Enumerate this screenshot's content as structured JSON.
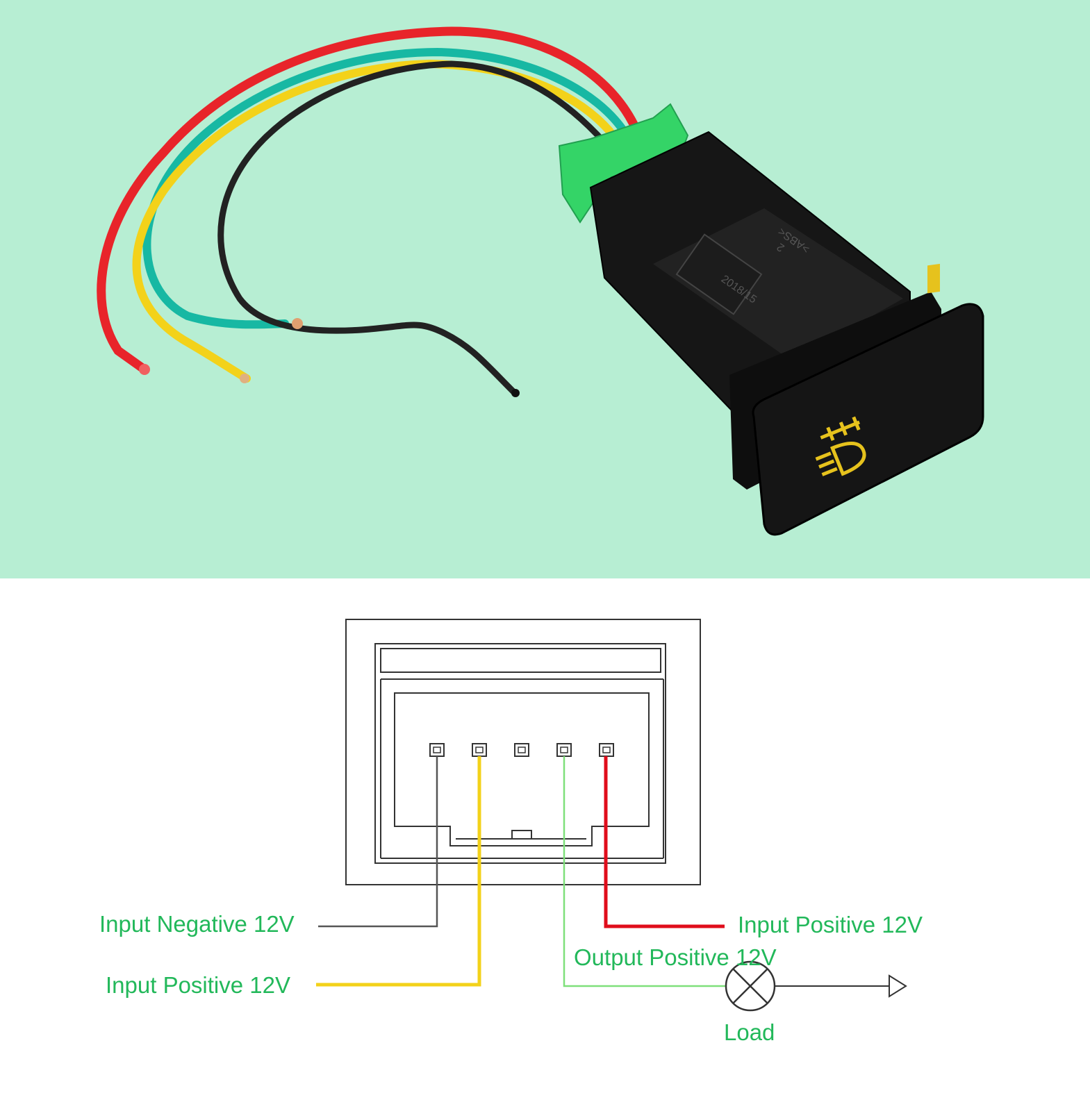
{
  "colors": {
    "photo_background": "#b7eed3",
    "label_green": "#22b85a",
    "wire_red": "#e8242a",
    "wire_yellow": "#f3d21a",
    "wire_teal": "#17b8a3",
    "wire_black": "#222222",
    "wire_output_green": "#7ee07a",
    "negative_line": "#555555",
    "switch_body": "#111111",
    "connector_green": "#34d467",
    "icon_amber": "#e6c21d"
  },
  "photo": {
    "housing_text_1": "2018/15",
    "housing_text_2": ">ABS<",
    "housing_text_3": "2",
    "icon": "fog-light-icon"
  },
  "labels": {
    "input_negative": "Input Negative 12V",
    "input_positive_left": "Input Positive 12V",
    "input_positive_right": "Input Positive 12V",
    "output_positive": "Output Positive 12V",
    "load": "Load"
  },
  "pins": {
    "count": 5,
    "assignments": [
      "input-negative",
      "input-positive-yellow",
      "unused",
      "output-positive",
      "input-positive-red"
    ]
  }
}
